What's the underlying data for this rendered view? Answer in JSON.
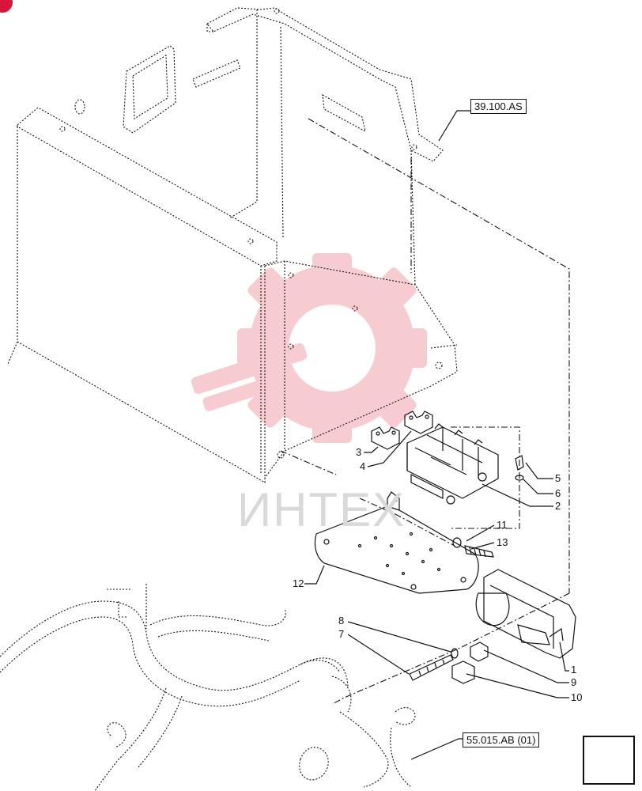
{
  "diagram": {
    "callouts": [
      {
        "id": "1",
        "label": "1"
      },
      {
        "id": "2",
        "label": "2"
      },
      {
        "id": "3",
        "label": "3"
      },
      {
        "id": "4",
        "label": "4"
      },
      {
        "id": "5",
        "label": "5"
      },
      {
        "id": "6",
        "label": "6"
      },
      {
        "id": "7",
        "label": "7"
      },
      {
        "id": "8",
        "label": "8"
      },
      {
        "id": "9",
        "label": "9"
      },
      {
        "id": "10",
        "label": "10"
      },
      {
        "id": "11",
        "label": "11"
      },
      {
        "id": "12",
        "label": "12"
      },
      {
        "id": "13",
        "label": "13"
      }
    ],
    "references": {
      "top": "39.100.AS",
      "bottom": "55.015.AB (01)"
    },
    "watermark_text": "ИНТЕХ",
    "colors": {
      "line": "#111111",
      "watermark_gear": "#f6c4c8",
      "watermark_text": "#d9d9d9",
      "badge": "#d6173a"
    },
    "icons": {
      "nav": "arrow-right-icon",
      "watermark": "gear-wrench-logo-icon"
    }
  }
}
